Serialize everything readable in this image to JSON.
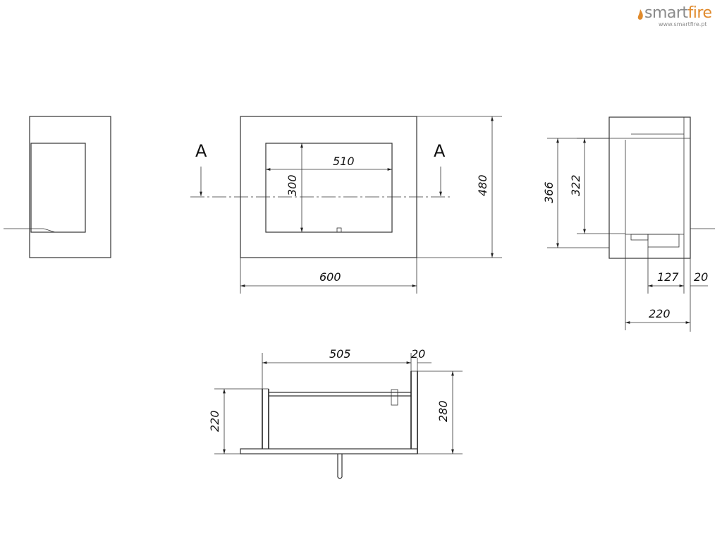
{
  "logo": {
    "brand_main": "smart",
    "brand_accent": "fire",
    "url": "www.smartfire.pt",
    "colors": {
      "text": "#8a8a8a",
      "accent": "#e08a2c"
    }
  },
  "section_labels": {
    "left": "A",
    "right": "A"
  },
  "dimensions": {
    "front_inner_width": "510",
    "front_inner_height": "300",
    "front_outer_height": "480",
    "front_outer_width": "600",
    "side_outer_height": "366",
    "side_inner_height": "322",
    "side_depth_inner": "127",
    "side_depth_small": "20",
    "side_depth_total": "220",
    "top_width": "505",
    "top_small": "20",
    "top_left_height": "220",
    "top_right_height": "280"
  }
}
